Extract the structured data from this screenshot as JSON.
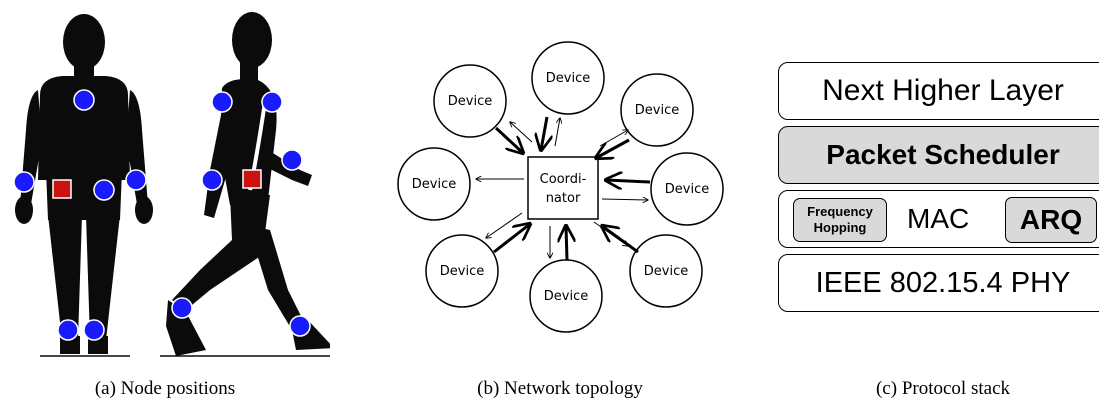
{
  "panel_a": {
    "caption": "(a) Node positions",
    "colors": {
      "body": "#0b0b0b",
      "node": "#1a1aff",
      "coordinator": "#cc1111"
    }
  },
  "panel_b": {
    "caption": "(b) Network topology",
    "coordinator_line1": "Coordi-",
    "coordinator_line2": "nator",
    "devices": [
      "Device",
      "Device",
      "Device",
      "Device",
      "Device",
      "Device",
      "Device",
      "Device"
    ]
  },
  "panel_c": {
    "caption": "(c) Protocol stack",
    "layers": {
      "next_higher": "Next Higher Layer",
      "scheduler": "Packet Scheduler",
      "freq_line1": "Frequency",
      "freq_line2": "Hopping",
      "mac": "MAC",
      "arq": "ARQ",
      "phy": "IEEE 802.15.4 PHY"
    },
    "colors": {
      "shaded": "#d9d9d9"
    }
  }
}
